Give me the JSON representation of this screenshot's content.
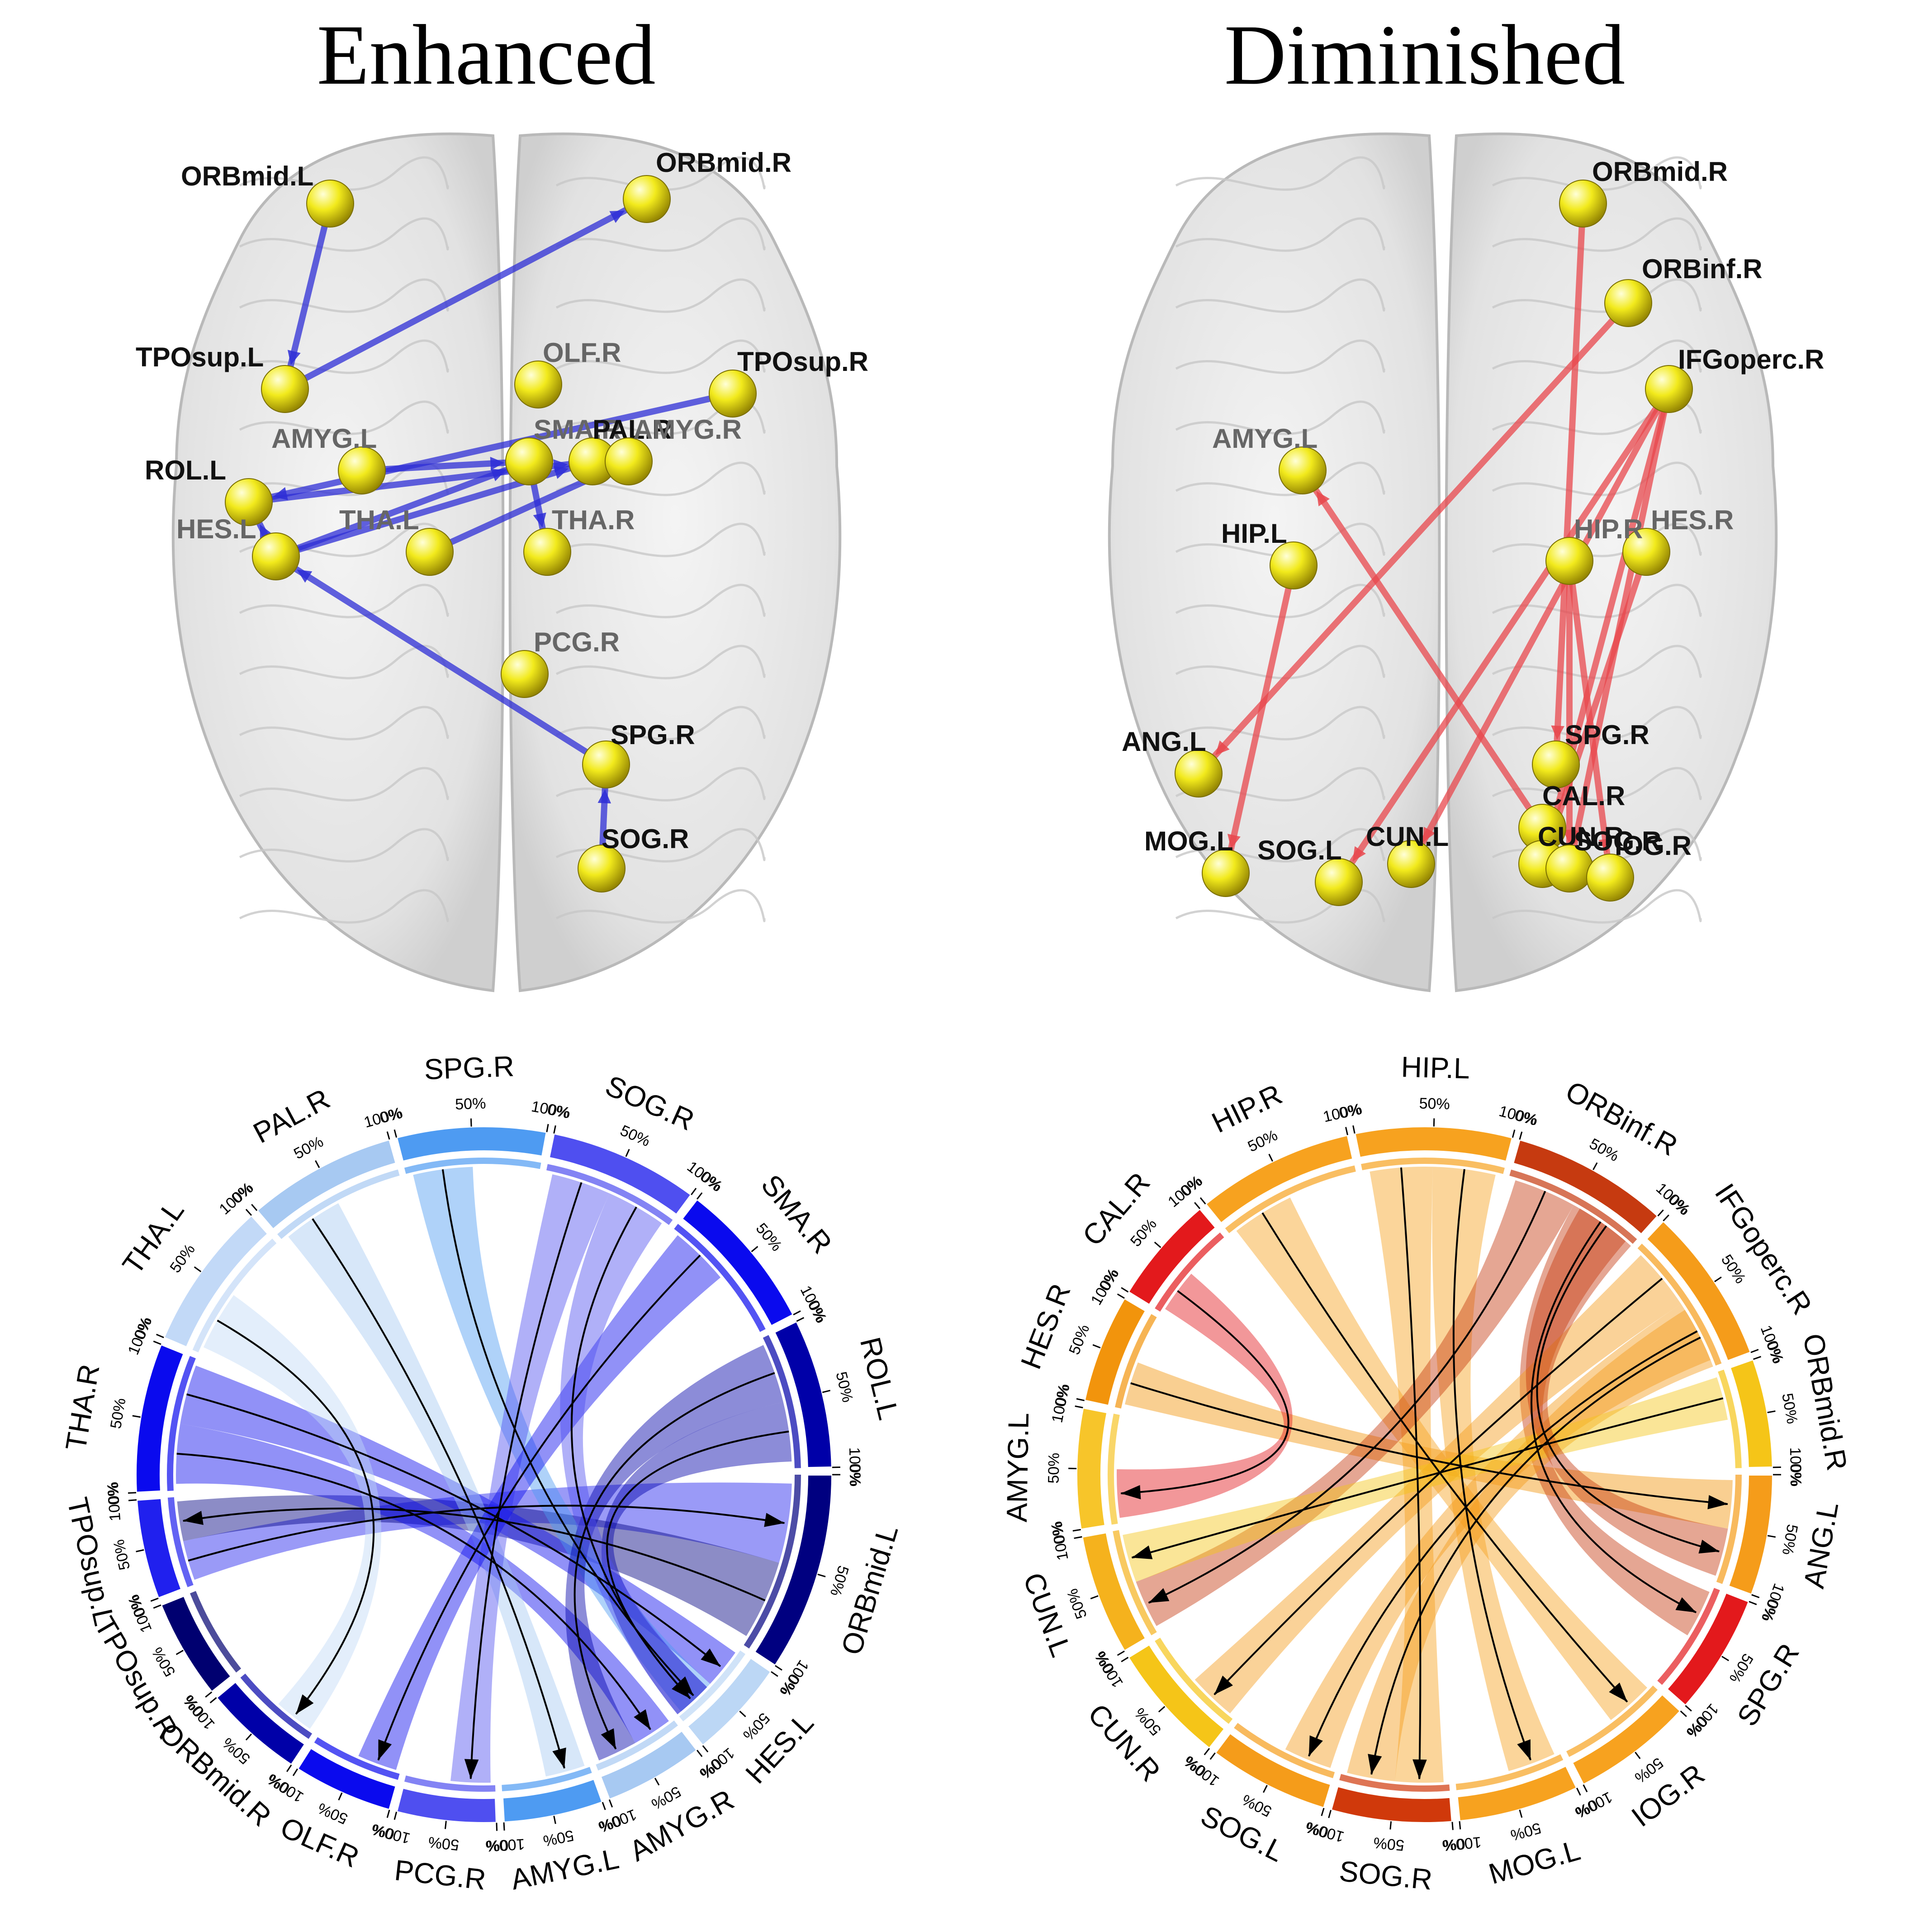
{
  "panels": [
    {
      "id": "enhanced",
      "title": "Enhanced",
      "edge_color": "#2d2dd6",
      "nodes": [
        {
          "label": "ORBmid.L",
          "shade": "dark"
        },
        {
          "label": "ORBmid.R",
          "shade": "dark"
        },
        {
          "label": "TPOsup.L",
          "shade": "dark"
        },
        {
          "label": "OLF.R",
          "shade": "light"
        },
        {
          "label": "TPOsup.R",
          "shade": "dark"
        },
        {
          "label": "AMYG.L",
          "shade": "light"
        },
        {
          "label": "SMA.R",
          "shade": "light"
        },
        {
          "label": "PAL.R",
          "shade": "dark"
        },
        {
          "label": "AMYG.R",
          "shade": "light"
        },
        {
          "label": "ROL.L",
          "shade": "dark"
        },
        {
          "label": "HES.L",
          "shade": "light"
        },
        {
          "label": "THA.L",
          "shade": "light"
        },
        {
          "label": "THA.R",
          "shade": "light"
        },
        {
          "label": "PCG.R",
          "shade": "light"
        },
        {
          "label": "SPG.R",
          "shade": "dark"
        },
        {
          "label": "SOG.R",
          "shade": "dark"
        }
      ],
      "brain_edges": [
        [
          "ORBmid.L",
          "TPOsup.L"
        ],
        [
          "TPOsup.L",
          "ORBmid.R"
        ],
        [
          "TPOsup.R",
          "ROL.L"
        ],
        [
          "ROL.L",
          "PAL.R"
        ],
        [
          "HES.L",
          "SMA.R"
        ],
        [
          "HES.L",
          "PAL.R"
        ],
        [
          "THA.L",
          "AMYG.R"
        ],
        [
          "AMYG.L",
          "SMA.R"
        ],
        [
          "SMA.R",
          "THA.R"
        ],
        [
          "SPG.R",
          "HES.L"
        ],
        [
          "SOG.R",
          "SPG.R"
        ],
        [
          "HES.L",
          "ROL.L"
        ]
      ],
      "chord": {
        "segments": [
          {
            "label": "ORBmid.L",
            "color": "#000080",
            "size": 2
          },
          {
            "label": "HES.L",
            "color": "#bcd7f5",
            "size": 1
          },
          {
            "label": "AMYG.R",
            "color": "#a7c9f2",
            "size": 1
          },
          {
            "label": "AMYG.L",
            "color": "#4e9bf2",
            "size": 1
          },
          {
            "label": "PCG.R",
            "color": "#4f4ff0",
            "size": 1
          },
          {
            "label": "OLF.R",
            "color": "#0a0aee",
            "size": 1
          },
          {
            "label": "ORBmid.R",
            "color": "#0000a8",
            "size": 1
          },
          {
            "label": "TPOsup.R",
            "color": "#000070",
            "size": 1
          },
          {
            "label": "TPOsup.L",
            "color": "#2020ee",
            "size": 1
          },
          {
            "label": "THA.R",
            "color": "#0a0aee",
            "size": 1.5
          },
          {
            "label": "THA.L",
            "color": "#c2d9f7",
            "size": 1.5
          },
          {
            "label": "PAL.R",
            "color": "#a7c9f2",
            "size": 1.5
          },
          {
            "label": "SPG.R",
            "color": "#4e9bf2",
            "size": 1.5
          },
          {
            "label": "SOG.R",
            "color": "#4f4ff0",
            "size": 1.5
          },
          {
            "label": "SMA.R",
            "color": "#0a0aee",
            "size": 1.5
          },
          {
            "label": "ROL.L",
            "color": "#0000a8",
            "size": 1.5
          }
        ],
        "links": [
          [
            "TPOsup.L",
            "ORBmid.L"
          ],
          [
            "ORBmid.L",
            "TPOsup.L"
          ],
          [
            "THA.R",
            "AMYG.R"
          ],
          [
            "THA.R",
            "HES.L"
          ],
          [
            "THA.L",
            "ORBmid.R"
          ],
          [
            "PAL.R",
            "AMYG.L"
          ],
          [
            "SPG.R",
            "HES.L"
          ],
          [
            "SOG.R",
            "PCG.R"
          ],
          [
            "SMA.R",
            "OLF.R"
          ],
          [
            "ROL.L",
            "AMYG.R"
          ],
          [
            "ROL.L",
            "HES.L"
          ],
          [
            "SOG.R",
            "HES.L"
          ]
        ]
      }
    },
    {
      "id": "diminished",
      "title": "Diminished",
      "edge_color": "#e8474c",
      "nodes": [
        {
          "label": "ORBmid.R",
          "shade": "dark"
        },
        {
          "label": "ORBinf.R",
          "shade": "dark"
        },
        {
          "label": "IFGoperc.R",
          "shade": "dark"
        },
        {
          "label": "AMYG.L",
          "shade": "light"
        },
        {
          "label": "HES.R",
          "shade": "light"
        },
        {
          "label": "HIP.L",
          "shade": "dark"
        },
        {
          "label": "HIP.R",
          "shade": "light"
        },
        {
          "label": "SPG.R",
          "shade": "dark"
        },
        {
          "label": "ANG.L",
          "shade": "dark"
        },
        {
          "label": "CAL.R",
          "shade": "dark"
        },
        {
          "label": "MOG.L",
          "shade": "dark"
        },
        {
          "label": "SOG.L",
          "shade": "dark"
        },
        {
          "label": "CUN.L",
          "shade": "dark"
        },
        {
          "label": "CUN.R",
          "shade": "dark"
        },
        {
          "label": "SOG.R",
          "shade": "dark"
        },
        {
          "label": "IOG.R",
          "shade": "dark"
        }
      ],
      "brain_edges": [
        [
          "ORBinf.R",
          "ANG.L"
        ],
        [
          "ORBmid.R",
          "SPG.R"
        ],
        [
          "IFGoperc.R",
          "SOG.L"
        ],
        [
          "IFGoperc.R",
          "CUN.L"
        ],
        [
          "IFGoperc.R",
          "CUN.R"
        ],
        [
          "IFGoperc.R",
          "SOG.R"
        ],
        [
          "HIP.L",
          "MOG.L"
        ],
        [
          "HIP.R",
          "IOG.R"
        ],
        [
          "CAL.R",
          "AMYG.L"
        ],
        [
          "HES.R",
          "CUN.R"
        ],
        [
          "HIP.R",
          "SOG.R"
        ]
      ],
      "chord": {
        "segments": [
          {
            "label": "ANG.L",
            "color": "#f59c1a",
            "size": 1
          },
          {
            "label": "SPG.R",
            "color": "#e3191c",
            "size": 1
          },
          {
            "label": "IOG.R",
            "color": "#f7a21f",
            "size": 1
          },
          {
            "label": "MOG.L",
            "color": "#f7a21f",
            "size": 1
          },
          {
            "label": "SOG.R",
            "color": "#d0390b",
            "size": 1
          },
          {
            "label": "SOG.L",
            "color": "#f59c1a",
            "size": 1
          },
          {
            "label": "CUN.R",
            "color": "#f5c518",
            "size": 1
          },
          {
            "label": "CUN.L",
            "color": "#f5b21d",
            "size": 1
          },
          {
            "label": "AMYG.L",
            "color": "#f7c52a",
            "size": 1
          },
          {
            "label": "HES.R",
            "color": "#f2940c",
            "size": 0.9
          },
          {
            "label": "CAL.R",
            "color": "#e3191c",
            "size": 0.9
          },
          {
            "label": "HIP.R",
            "color": "#f7a21f",
            "size": 1.3
          },
          {
            "label": "HIP.L",
            "color": "#f7a21f",
            "size": 1.3
          },
          {
            "label": "ORBinf.R",
            "color": "#c63a10",
            "size": 1.3
          },
          {
            "label": "IFGoperc.R",
            "color": "#f59c1a",
            "size": 1.3
          },
          {
            "label": "ORBmid.R",
            "color": "#f5c518",
            "size": 0.9
          }
        ],
        "links": [
          [
            "HES.R",
            "ANG.L"
          ],
          [
            "CAL.R",
            "AMYG.L"
          ],
          [
            "HIP.R",
            "IOG.R"
          ],
          [
            "HIP.L",
            "SOG.R"
          ],
          [
            "HIP.L",
            "MOG.L"
          ],
          [
            "ORBinf.R",
            "CUN.L"
          ],
          [
            "ORBinf.R",
            "SPG.R"
          ],
          [
            "IFGoperc.R",
            "CUN.R"
          ],
          [
            "IFGoperc.R",
            "SOG.L"
          ],
          [
            "IFGoperc.R",
            "SOG.R"
          ],
          [
            "ORBmid.R",
            "CUN.L"
          ],
          [
            "ORBinf.R",
            "ANG.L"
          ]
        ]
      }
    }
  ],
  "tick_labels": [
    "0%",
    "50%",
    "100%"
  ]
}
